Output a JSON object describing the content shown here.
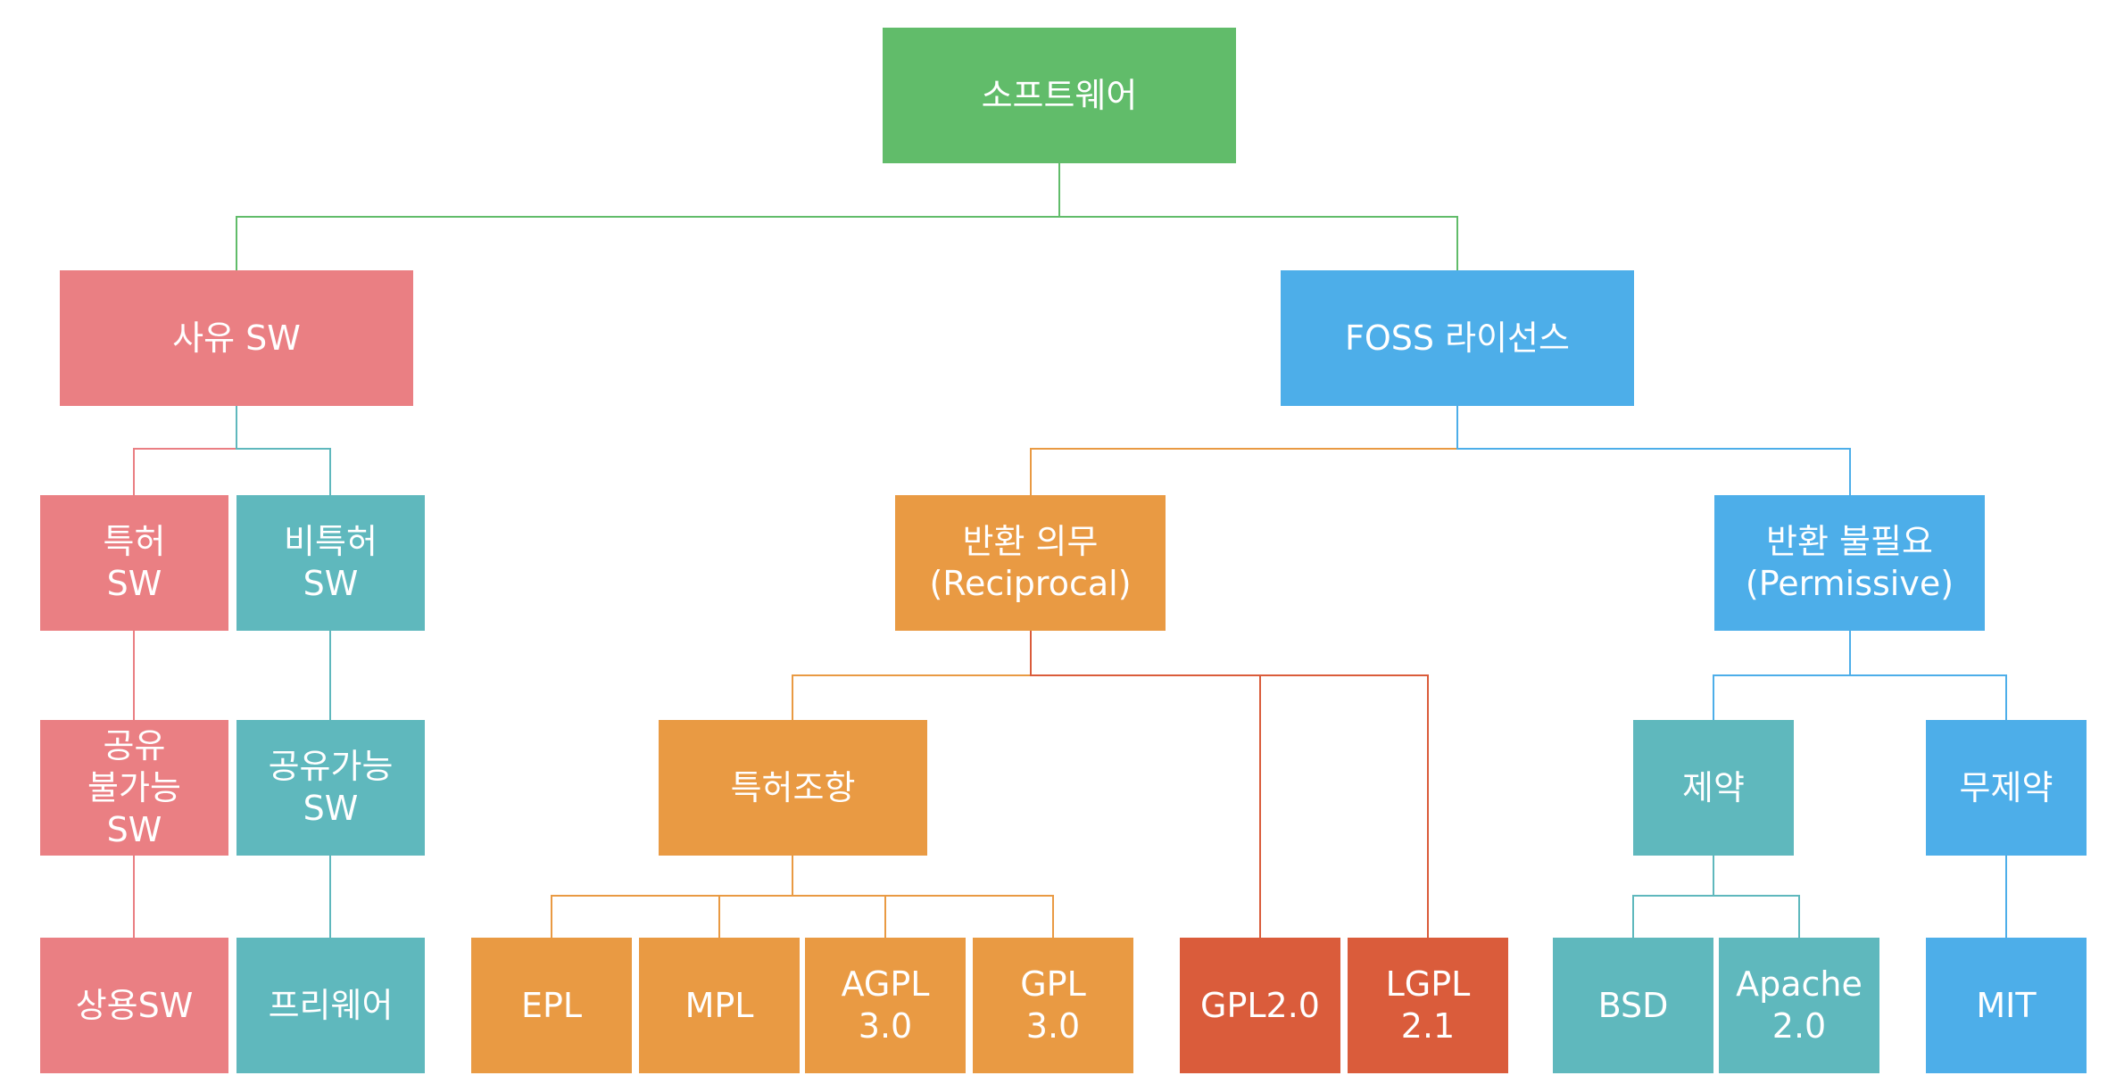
{
  "colors": {
    "green": "#61bc6a",
    "pink": "#ea7f83",
    "teal": "#5fb8bd",
    "blue": "#4daee9",
    "orange": "#e99a43",
    "red": "#da5c3b"
  },
  "nodes": {
    "software": "소프트웨어",
    "proprietary_sw": "사유 SW",
    "foss_license": "FOSS 라이선스",
    "patent_sw": "특허\nSW",
    "non_patent_sw": "비특허\nSW",
    "non_shareable_sw": "공유\n불가능\nSW",
    "shareable_sw": "공유가능\nSW",
    "commercial_sw": "상용SW",
    "freeware": "프리웨어",
    "reciprocal": "반환 의무\n(Reciprocal)",
    "permissive": "반환 불필요\n(Permissive)",
    "patent_clause": "특허조항",
    "restricted": "제약",
    "unrestricted": "무제약",
    "epl": "EPL",
    "mpl": "MPL",
    "agpl3": "AGPL\n3.0",
    "gpl3": "GPL\n3.0",
    "gpl2": "GPL2.0",
    "lgpl21": "LGPL\n2.1",
    "bsd": "BSD",
    "apache2": "Apache\n2.0",
    "mit": "MIT"
  }
}
